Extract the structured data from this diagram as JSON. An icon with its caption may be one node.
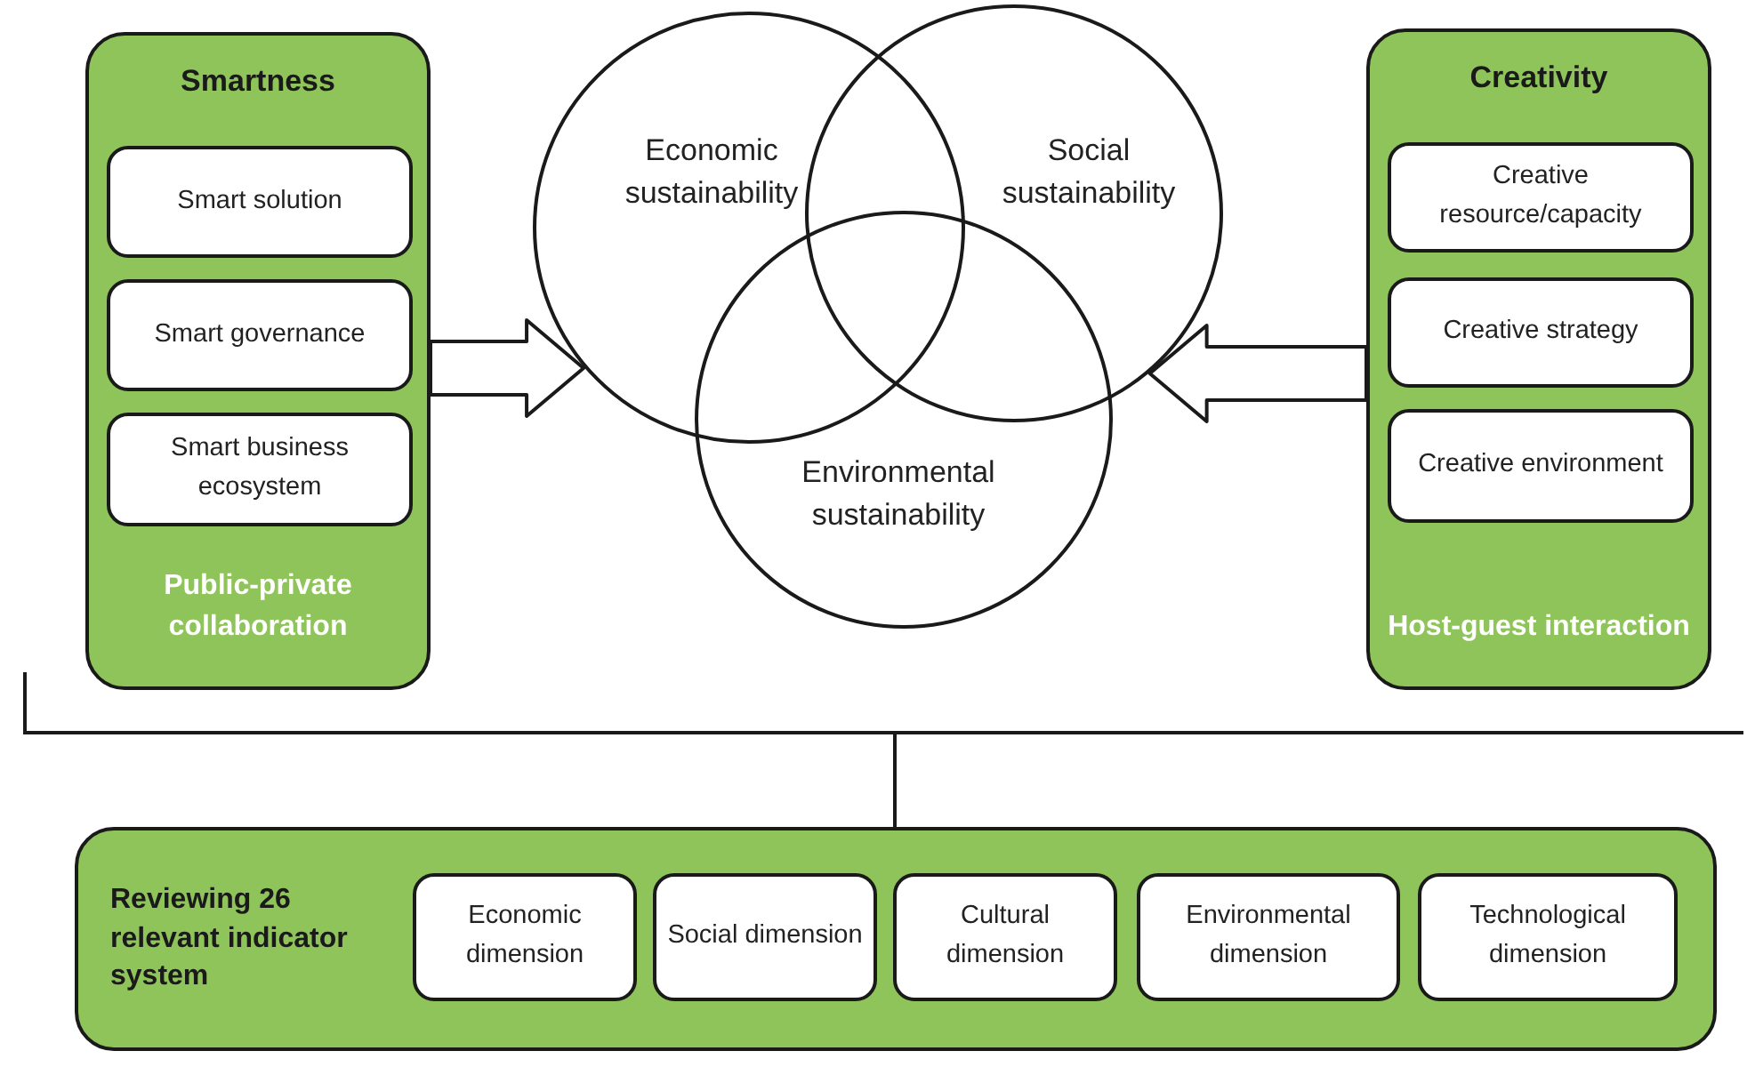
{
  "diagram": {
    "nodes": [
      {
        "text": [
          "Smartness",
          "Public-private collaboration"
        ]
      },
      {
        "text": [
          "Smart solution"
        ],
        "in": 0
      },
      {
        "text": [
          "Smart governance"
        ],
        "in": 0
      },
      {
        "text": [
          "Smart business ecosystem"
        ],
        "in": 0
      },
      {
        "text": [
          "Economic sustainability"
        ]
      },
      {
        "text": [
          "Social sustainability"
        ]
      },
      {
        "text": [
          "Environmental sustainability"
        ]
      },
      {
        "text": [
          "Creativity",
          "Host-guest interaction"
        ]
      },
      {
        "text": [
          "Creative resource/capacity"
        ],
        "in": 7
      },
      {
        "text": [
          "Creative strategy"
        ],
        "in": 7
      },
      {
        "text": [
          "Creative environment"
        ],
        "in": 7
      },
      {
        "text": [
          "Reviewing 26 relevant indicator system"
        ]
      },
      {
        "text": [
          "Economic dimension"
        ],
        "in": 11
      },
      {
        "text": [
          "Social dimension"
        ],
        "in": 11
      },
      {
        "text": [
          "Cultural dimension"
        ],
        "in": 11
      },
      {
        "text": [
          "Environmental dimension"
        ],
        "in": 11
      },
      {
        "text": [
          "Technological dimension"
        ],
        "in": 11
      }
    ],
    "edges": [
      {
        "from": 0,
        "to": 4,
        "arrow": "to"
      },
      {
        "from": 7,
        "to": 5,
        "arrow": "to"
      }
    ]
  }
}
